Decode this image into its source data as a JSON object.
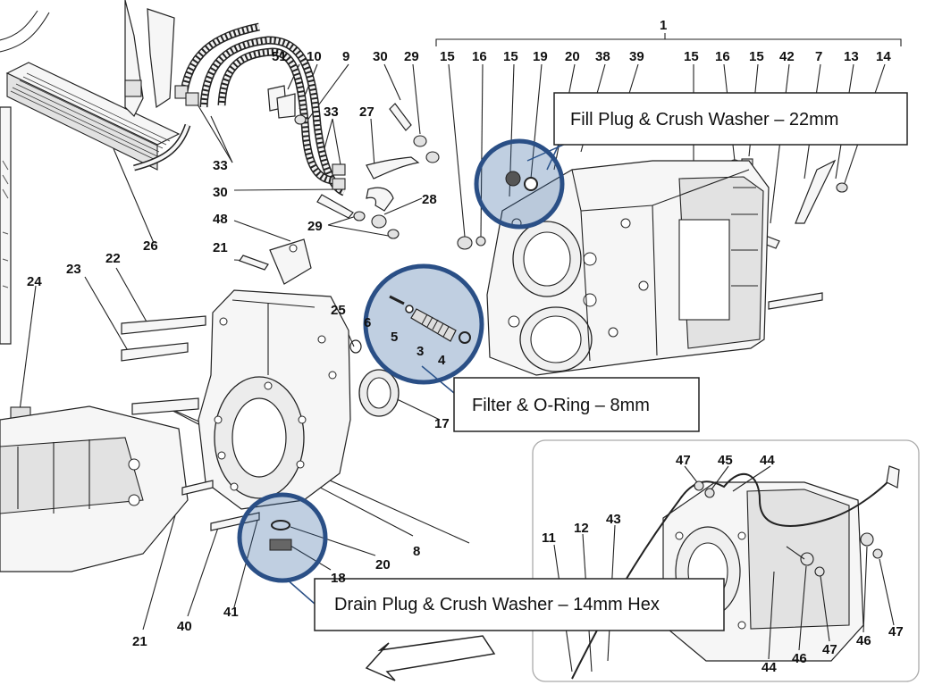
{
  "diagram": {
    "part_numbers": [
      "1",
      "51",
      "10",
      "9",
      "30",
      "29",
      "15",
      "16",
      "15",
      "19",
      "20",
      "38",
      "39",
      "15",
      "16",
      "15",
      "42",
      "7",
      "13",
      "14",
      "33",
      "27",
      "33",
      "30",
      "28",
      "48",
      "29",
      "26",
      "21",
      "22",
      "23",
      "24",
      "25",
      "6",
      "5",
      "3",
      "4",
      "17",
      "47",
      "45",
      "44",
      "11",
      "12",
      "43",
      "8",
      "20",
      "18",
      "21",
      "40",
      "41",
      "44",
      "46",
      "47",
      "46",
      "47"
    ],
    "callouts": {
      "fill": "Fill Plug & Crush Washer – 22mm",
      "filter": "Filter & O-Ring – 8mm",
      "drain": "Drain Plug & Crush Washer – 14mm Hex"
    },
    "highlight_color": "#2f5f9c"
  }
}
